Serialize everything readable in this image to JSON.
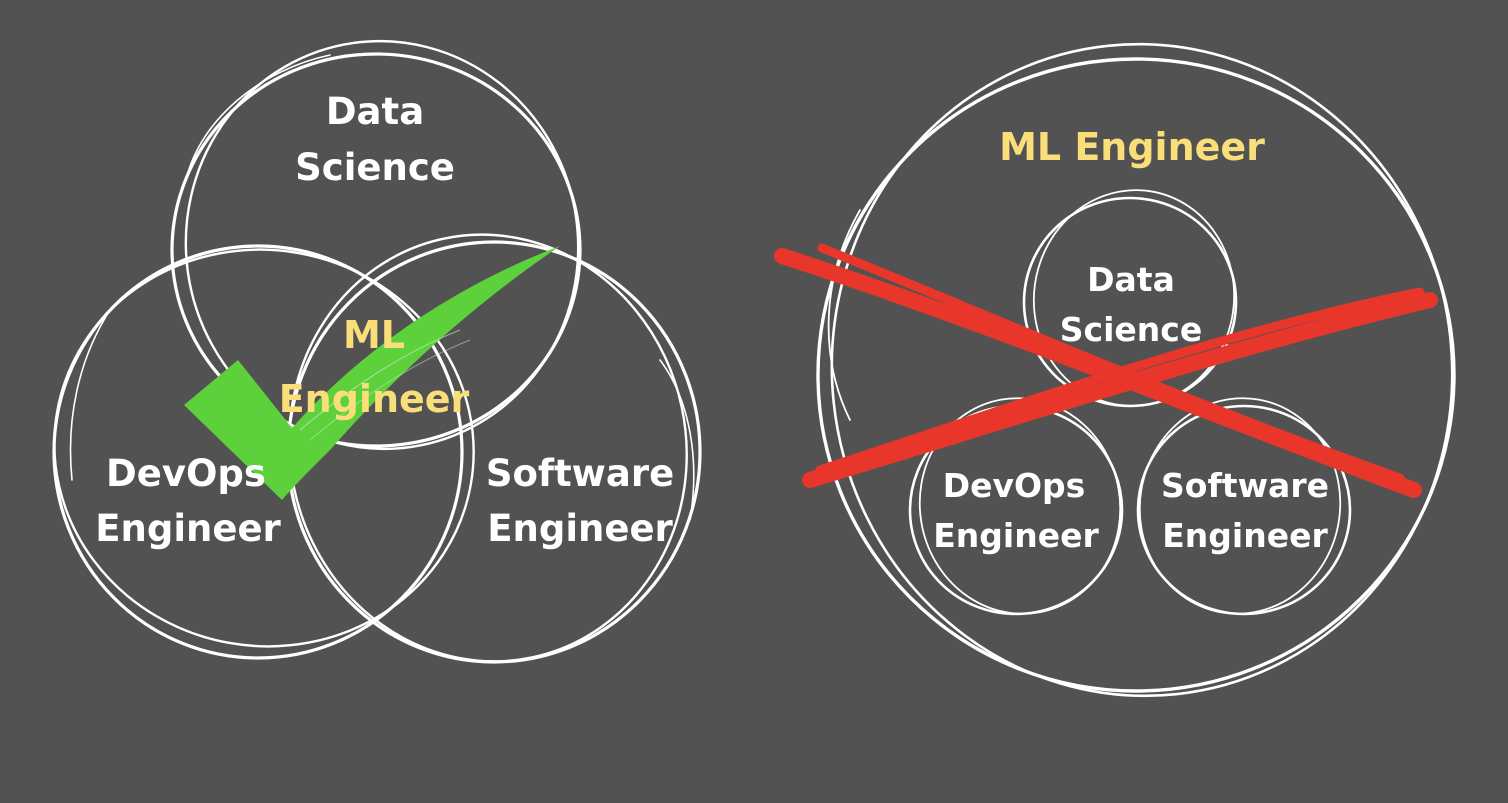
{
  "colors": {
    "background": "#525252",
    "stroke": "#ffffff",
    "label": "#ffffff",
    "highlight_label": "#f9de7a",
    "check": "#5dd13c",
    "cross": "#e8372a"
  },
  "venn_diagram": {
    "data_science": {
      "line1": "Data",
      "line2": "Science"
    },
    "devops": {
      "line1": "DevOps",
      "line2": "Engineer"
    },
    "software": {
      "line1": "Software",
      "line2": "Engineer"
    },
    "center": {
      "line1": "ML",
      "line2": "Engineer"
    },
    "mark_icon": "check-icon"
  },
  "nested_diagram": {
    "outer": {
      "label": "ML Engineer"
    },
    "data_science": {
      "line1": "Data",
      "line2": "Science"
    },
    "devops": {
      "line1": "DevOps",
      "line2": "Engineer"
    },
    "software": {
      "line1": "Software",
      "line2": "Engineer"
    },
    "mark_icon": "cross-icon"
  }
}
